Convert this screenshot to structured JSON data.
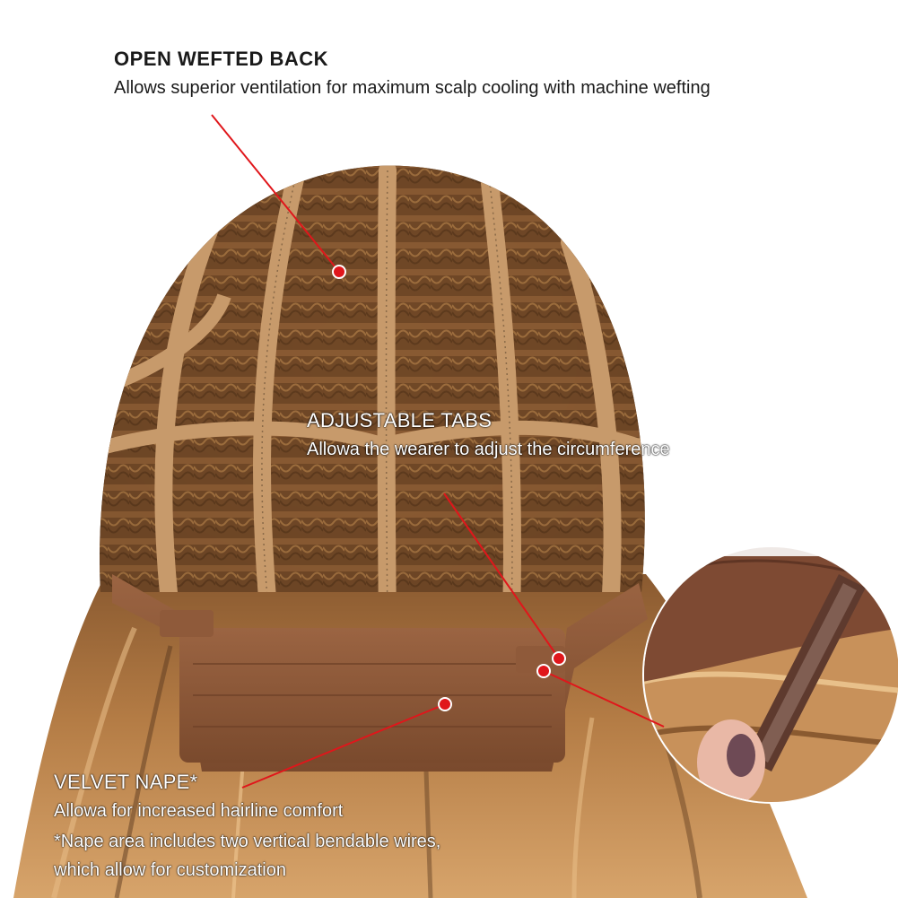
{
  "callouts": {
    "open_wefted_back": {
      "heading": "OPEN WEFTED BACK",
      "description": "Allows superior ventilation for maximum scalp cooling with machine wefting"
    },
    "adjustable_tabs": {
      "heading": "ADJUSTABLE TABS",
      "description": "Allowa the wearer to adjust the circumference"
    },
    "velvet_nape": {
      "heading": "VELVET NAPE*",
      "description": "Allowa for increased hairline comfort",
      "footnote_line1": "*Nape area includes two vertical bendable wires,",
      "footnote_line2": "which allow for customization"
    }
  },
  "colors": {
    "pointer": "#e0161b",
    "cap_strap": "#c79a6b",
    "velvet_band": "#8a5737",
    "hair_dark": "#6a4424",
    "hair_light": "#c08a52"
  },
  "images": {
    "main": "wig-cap-back-view",
    "inset": "adjustable-tab-closeup"
  }
}
